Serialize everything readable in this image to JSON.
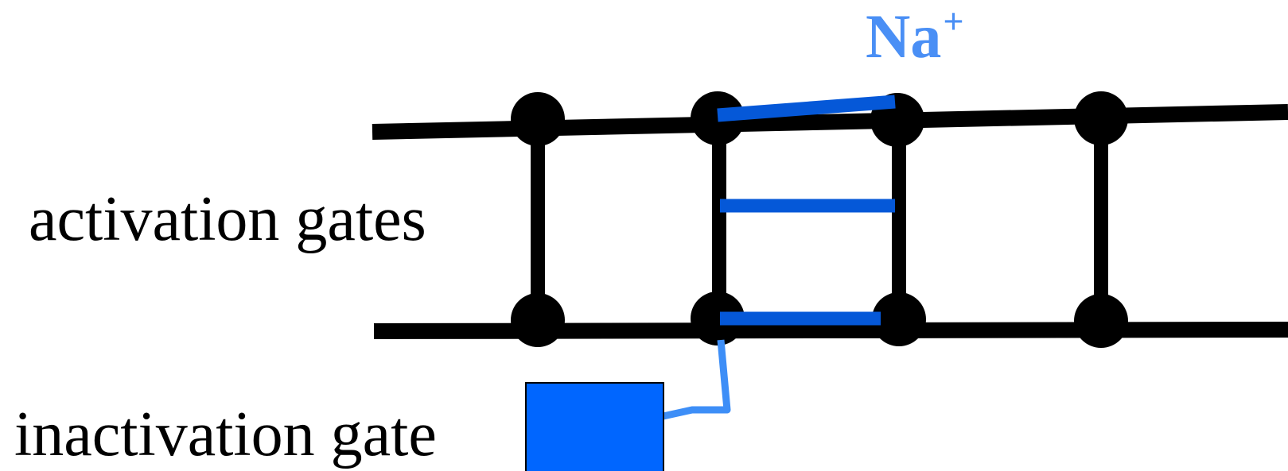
{
  "labels": {
    "ion": "Na",
    "ion_charge": "+",
    "activation": "activation gates",
    "inactivation": "inactivation gate"
  },
  "colors": {
    "membrane": "#000000",
    "gate": "#0558d8",
    "ion_label": "#4a8ff5",
    "inactivation_link": "#3d8ef7",
    "inactivation_block": "#0066ff"
  }
}
